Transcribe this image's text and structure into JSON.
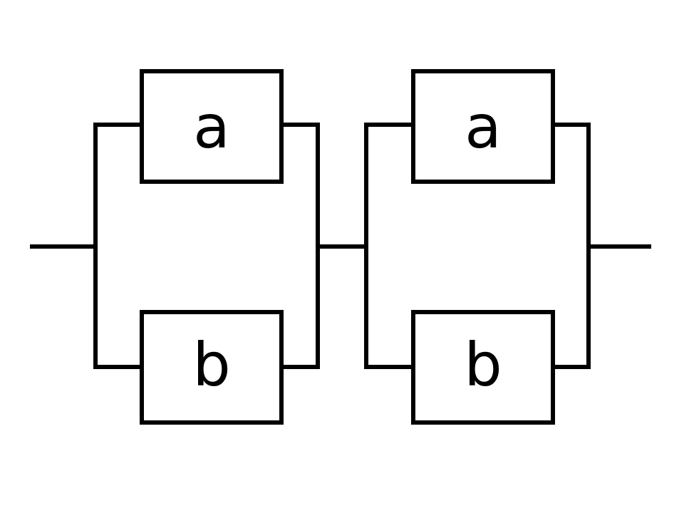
{
  "diagram": {
    "stages": [
      {
        "top_label": "a",
        "bottom_label": "b"
      },
      {
        "top_label": "a",
        "bottom_label": "b"
      }
    ]
  },
  "colors": {
    "line": "#000000",
    "background": "#ffffff"
  }
}
